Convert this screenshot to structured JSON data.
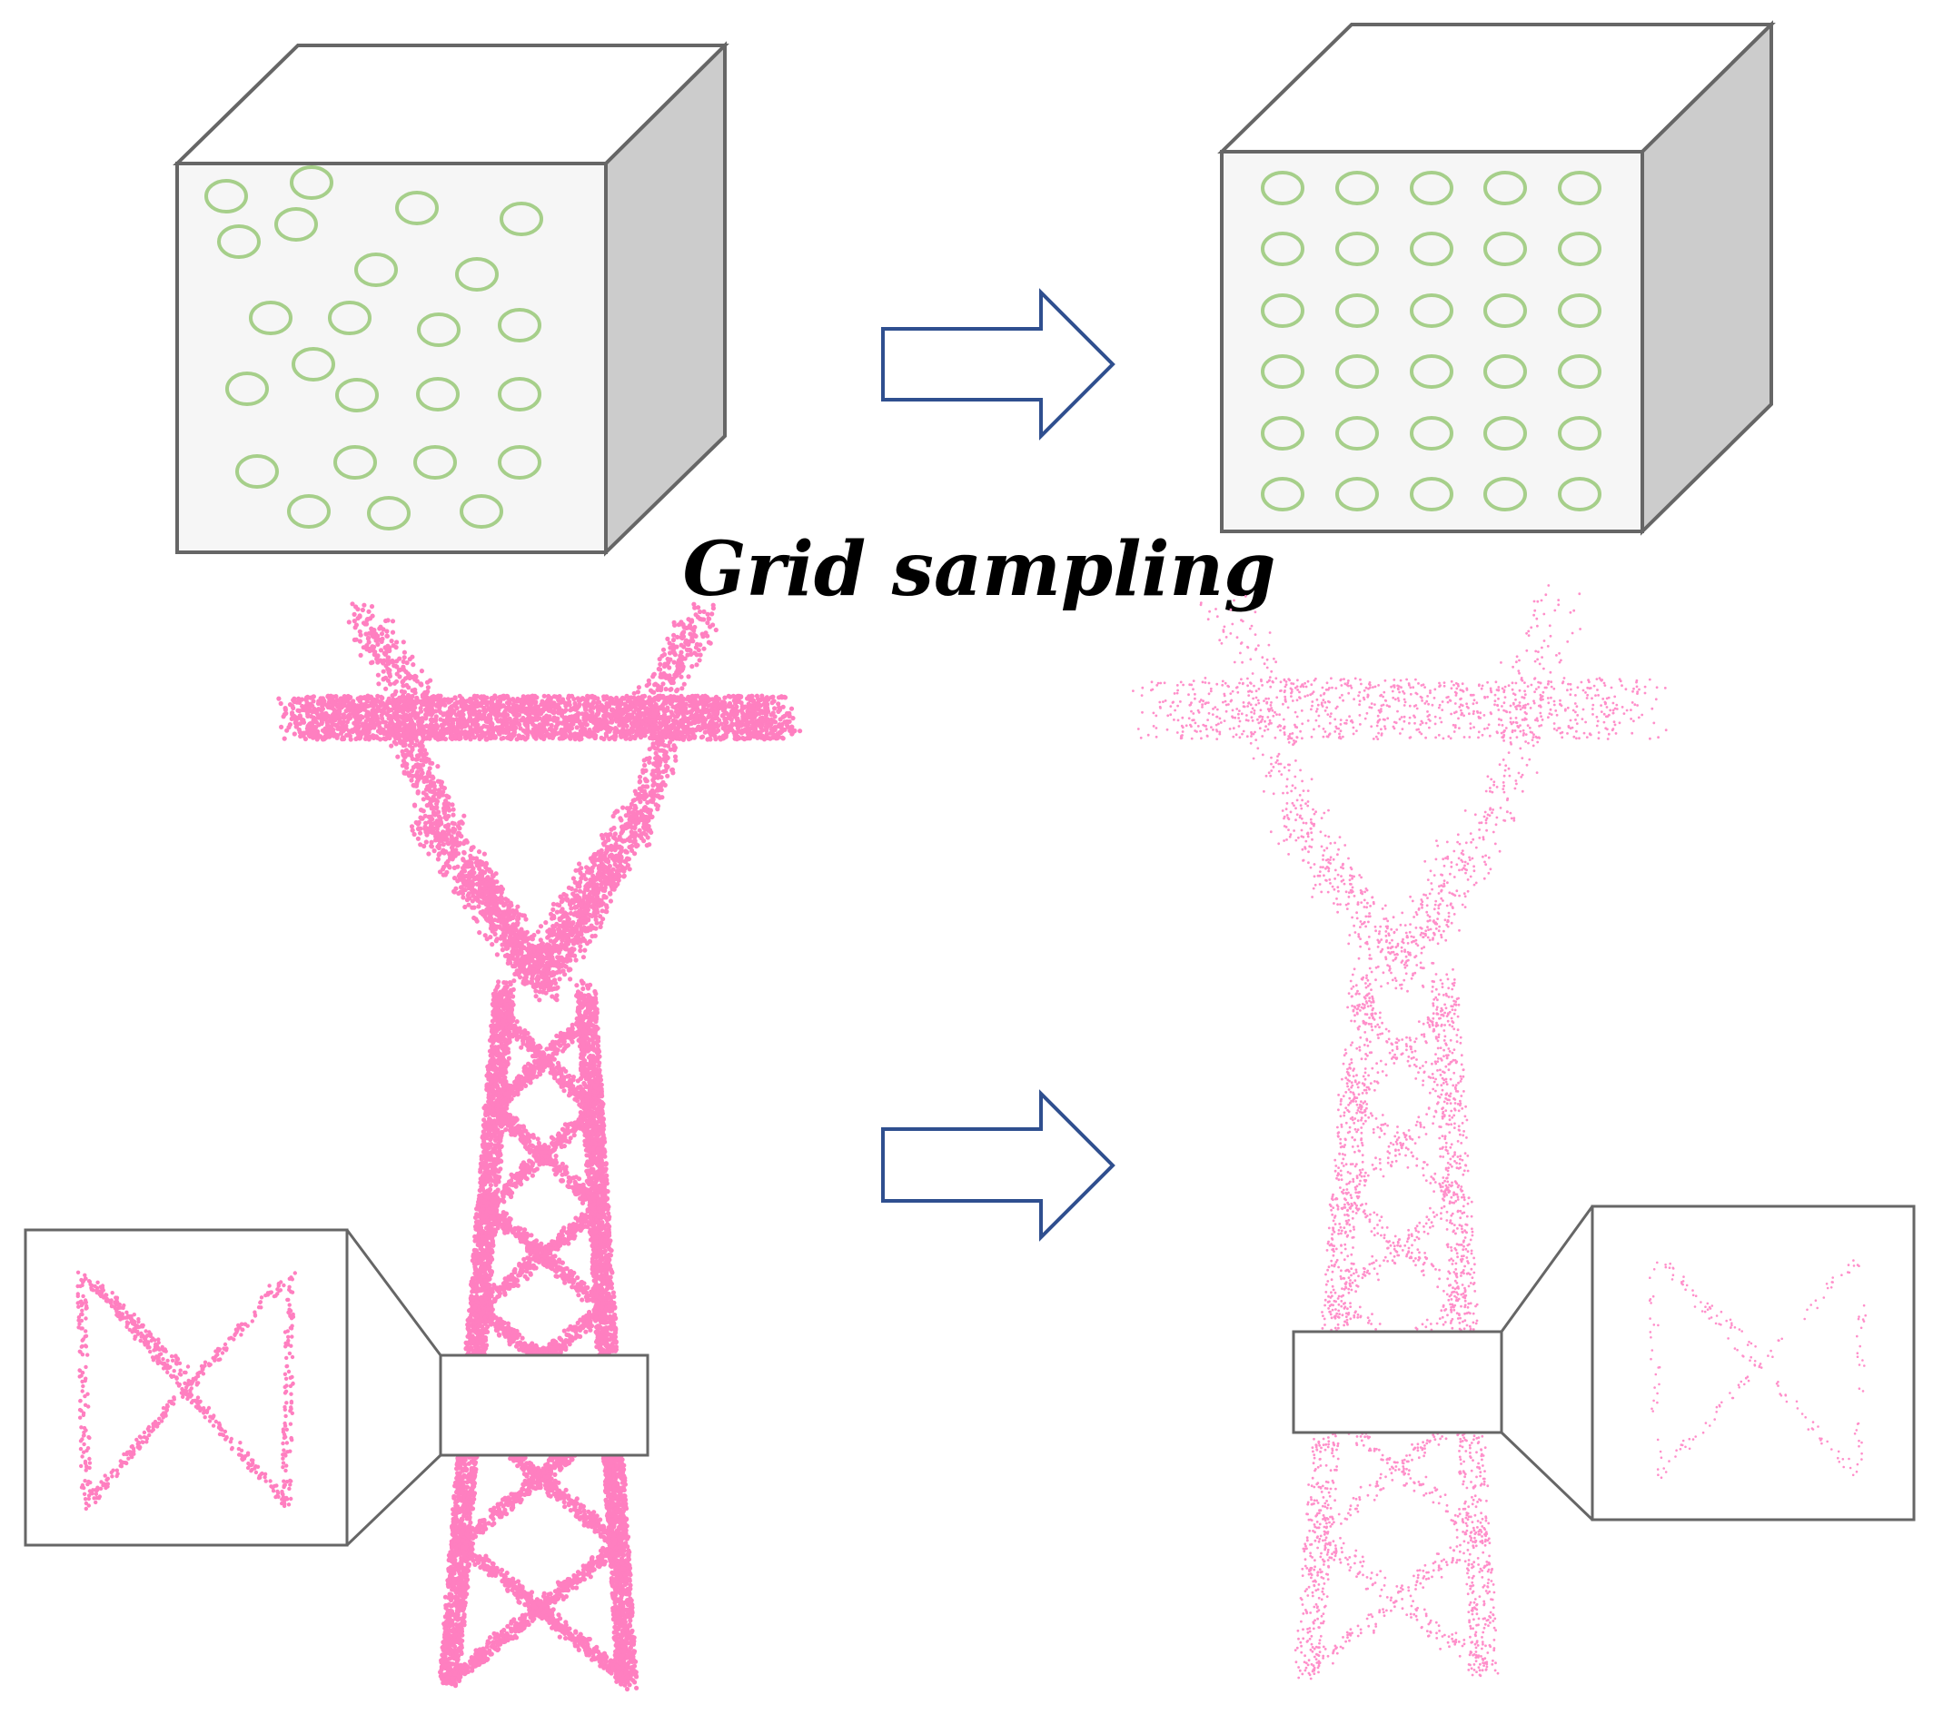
{
  "caption": "Grid sampling",
  "colors": {
    "circle": "#a6cf8a",
    "box_stroke": "#666666",
    "box_face": "#f6f6f6",
    "box_side": "#cccccc",
    "arrow_stroke": "#2f4f8f",
    "tower_dense": "#ff7fc0",
    "tower_sparse": "#ff8fca",
    "zoom_stroke": "#666666"
  },
  "icons": {
    "arrow": "right-arrow-icon",
    "circle": "sample-point-icon"
  },
  "panels": {
    "before_cube": "random-points-cube",
    "after_cube": "grid-points-cube",
    "before_tower": "dense-tower-point-cloud",
    "after_tower": "sampled-tower-point-cloud"
  }
}
